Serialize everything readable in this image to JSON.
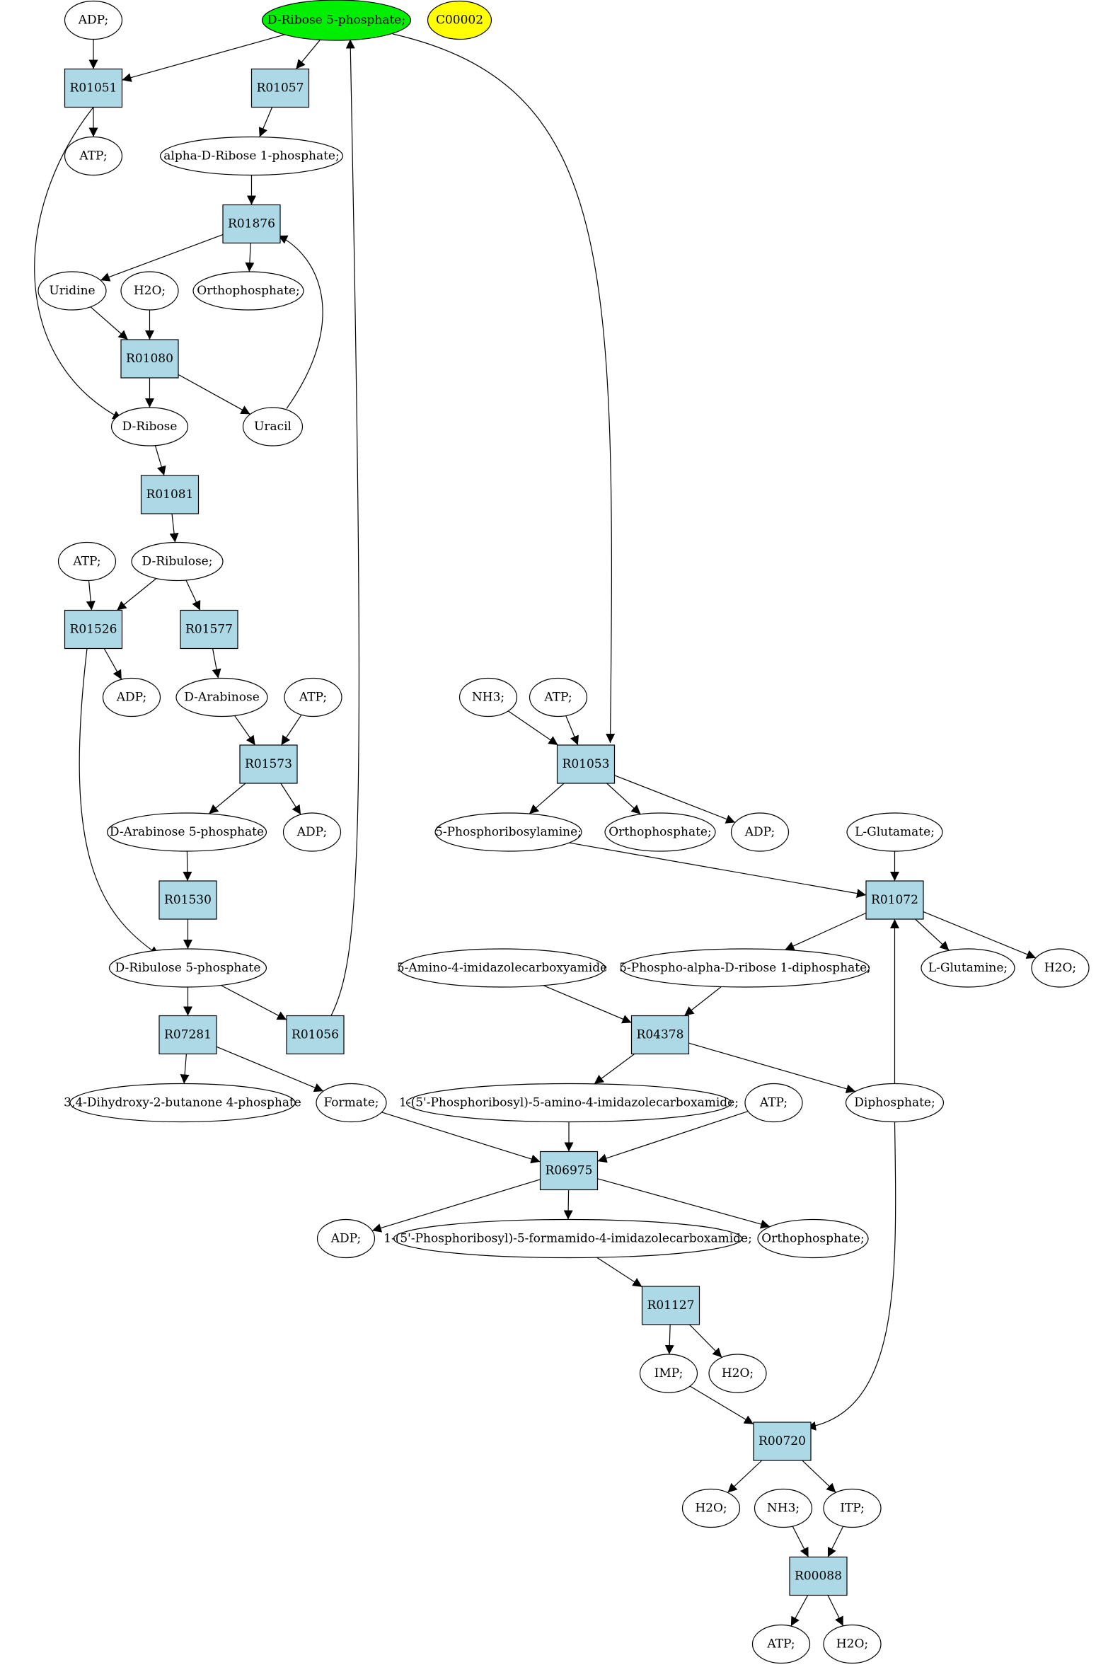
{
  "colors": {
    "reaction_fill": "#add8e6",
    "start_fill": "#00ee00",
    "highlight_fill": "#ffff00",
    "compound_fill": "#ffffff",
    "stroke": "#000000"
  },
  "nodes": [
    {
      "id": "ADP_1",
      "label": "ADP;",
      "kind": "compound"
    },
    {
      "id": "DR5P",
      "label": "D-Ribose 5-phosphate;",
      "kind": "start"
    },
    {
      "id": "C00002",
      "label": "C00002",
      "kind": "highlight"
    },
    {
      "id": "R01051",
      "label": "R01051",
      "kind": "reaction"
    },
    {
      "id": "R01057",
      "label": "R01057",
      "kind": "reaction"
    },
    {
      "id": "ATP_1",
      "label": "ATP;",
      "kind": "compound"
    },
    {
      "id": "aDR1P",
      "label": "alpha-D-Ribose 1-phosphate;",
      "kind": "compound"
    },
    {
      "id": "R01876",
      "label": "R01876",
      "kind": "reaction"
    },
    {
      "id": "Uridine",
      "label": "Uridine",
      "kind": "compound"
    },
    {
      "id": "H2O_1",
      "label": "H2O;",
      "kind": "compound"
    },
    {
      "id": "Ortho_1",
      "label": "Orthophosphate;",
      "kind": "compound"
    },
    {
      "id": "R01080",
      "label": "R01080",
      "kind": "reaction"
    },
    {
      "id": "DRibose",
      "label": "D-Ribose",
      "kind": "compound"
    },
    {
      "id": "Uracil",
      "label": "Uracil",
      "kind": "compound"
    },
    {
      "id": "R01081",
      "label": "R01081",
      "kind": "reaction"
    },
    {
      "id": "ATP_2",
      "label": "ATP;",
      "kind": "compound"
    },
    {
      "id": "DRibulose",
      "label": "D-Ribulose;",
      "kind": "compound"
    },
    {
      "id": "R01526",
      "label": "R01526",
      "kind": "reaction"
    },
    {
      "id": "R01577",
      "label": "R01577",
      "kind": "reaction"
    },
    {
      "id": "ADP_2",
      "label": "ADP;",
      "kind": "compound"
    },
    {
      "id": "DArab",
      "label": "D-Arabinose",
      "kind": "compound"
    },
    {
      "id": "ATP_3",
      "label": "ATP;",
      "kind": "compound"
    },
    {
      "id": "R01573",
      "label": "R01573",
      "kind": "reaction"
    },
    {
      "id": "DArab5P",
      "label": "D-Arabinose 5-phosphate",
      "kind": "compound"
    },
    {
      "id": "ADP_3",
      "label": "ADP;",
      "kind": "compound"
    },
    {
      "id": "R01530",
      "label": "R01530",
      "kind": "reaction"
    },
    {
      "id": "DRu5P",
      "label": "D-Ribulose 5-phosphate",
      "kind": "compound"
    },
    {
      "id": "R07281",
      "label": "R07281",
      "kind": "reaction"
    },
    {
      "id": "R01056",
      "label": "R01056",
      "kind": "reaction"
    },
    {
      "id": "DHB4P",
      "label": "3,4-Dihydroxy-2-butanone 4-phosphate",
      "kind": "compound"
    },
    {
      "id": "Formate",
      "label": "Formate;",
      "kind": "compound"
    },
    {
      "id": "NH3_1",
      "label": "NH3;",
      "kind": "compound"
    },
    {
      "id": "ATP_4",
      "label": "ATP;",
      "kind": "compound"
    },
    {
      "id": "R01053",
      "label": "R01053",
      "kind": "reaction"
    },
    {
      "id": "PRA",
      "label": "5-Phosphoribosylamine;",
      "kind": "compound"
    },
    {
      "id": "Ortho_2",
      "label": "Orthophosphate;",
      "kind": "compound"
    },
    {
      "id": "ADP_4",
      "label": "ADP;",
      "kind": "compound"
    },
    {
      "id": "LGlu",
      "label": "L-Glutamate;",
      "kind": "compound"
    },
    {
      "id": "R01072",
      "label": "R01072",
      "kind": "reaction"
    },
    {
      "id": "AICA",
      "label": "5-Amino-4-imidazolecarboxyamide",
      "kind": "compound"
    },
    {
      "id": "PRPP",
      "label": "5-Phospho-alpha-D-ribose 1-diphosphate;",
      "kind": "compound"
    },
    {
      "id": "LGln",
      "label": "L-Glutamine;",
      "kind": "compound"
    },
    {
      "id": "H2O_2",
      "label": "H2O;",
      "kind": "compound"
    },
    {
      "id": "R04378",
      "label": "R04378",
      "kind": "reaction"
    },
    {
      "id": "AICAR",
      "label": "1-(5'-Phosphoribosyl)-5-amino-4-imidazolecarboxamide;",
      "kind": "compound"
    },
    {
      "id": "ATP_5",
      "label": "ATP;",
      "kind": "compound"
    },
    {
      "id": "Diphos",
      "label": "Diphosphate;",
      "kind": "compound"
    },
    {
      "id": "R06975",
      "label": "R06975",
      "kind": "reaction"
    },
    {
      "id": "ADP_5",
      "label": "ADP;",
      "kind": "compound"
    },
    {
      "id": "FAICAR",
      "label": "1-(5'-Phosphoribosyl)-5-formamido-4-imidazolecarboxamide;",
      "kind": "compound"
    },
    {
      "id": "Ortho_3",
      "label": "Orthophosphate;",
      "kind": "compound"
    },
    {
      "id": "R01127",
      "label": "R01127",
      "kind": "reaction"
    },
    {
      "id": "IMP",
      "label": "IMP;",
      "kind": "compound"
    },
    {
      "id": "H2O_3",
      "label": "H2O;",
      "kind": "compound"
    },
    {
      "id": "R00720",
      "label": "R00720",
      "kind": "reaction"
    },
    {
      "id": "H2O_4",
      "label": "H2O;",
      "kind": "compound"
    },
    {
      "id": "NH3_2",
      "label": "NH3;",
      "kind": "compound"
    },
    {
      "id": "ITP",
      "label": "ITP;",
      "kind": "compound"
    },
    {
      "id": "R00088",
      "label": "R00088",
      "kind": "reaction"
    },
    {
      "id": "ATP_6",
      "label": "ATP;",
      "kind": "compound"
    },
    {
      "id": "H2O_5",
      "label": "H2O;",
      "kind": "compound"
    }
  ],
  "edges": [
    {
      "from": "ADP_1",
      "to": "R01051"
    },
    {
      "from": "DR5P",
      "to": "R01051"
    },
    {
      "from": "DR5P",
      "to": "R01057"
    },
    {
      "from": "DR5P",
      "to": "R01053"
    },
    {
      "from": "R01051",
      "to": "ATP_1"
    },
    {
      "from": "R01051",
      "to": "DRibose"
    },
    {
      "from": "R01057",
      "to": "aDR1P"
    },
    {
      "from": "aDR1P",
      "to": "R01876"
    },
    {
      "from": "R01876",
      "to": "Uridine"
    },
    {
      "from": "R01876",
      "to": "Ortho_1"
    },
    {
      "from": "Uridine",
      "to": "R01080"
    },
    {
      "from": "H2O_1",
      "to": "R01080"
    },
    {
      "from": "R01080",
      "to": "DRibose"
    },
    {
      "from": "R01080",
      "to": "Uracil"
    },
    {
      "from": "Uracil",
      "to": "R01876"
    },
    {
      "from": "DRibose",
      "to": "R01081"
    },
    {
      "from": "R01081",
      "to": "DRibulose"
    },
    {
      "from": "ATP_2",
      "to": "R01526"
    },
    {
      "from": "DRibulose",
      "to": "R01526"
    },
    {
      "from": "DRibulose",
      "to": "R01577"
    },
    {
      "from": "R01526",
      "to": "ADP_2"
    },
    {
      "from": "R01526",
      "to": "DRu5P"
    },
    {
      "from": "R01577",
      "to": "DArab"
    },
    {
      "from": "DArab",
      "to": "R01573"
    },
    {
      "from": "ATP_3",
      "to": "R01573"
    },
    {
      "from": "R01573",
      "to": "DArab5P"
    },
    {
      "from": "R01573",
      "to": "ADP_3"
    },
    {
      "from": "DArab5P",
      "to": "R01530"
    },
    {
      "from": "R01530",
      "to": "DRu5P"
    },
    {
      "from": "DRu5P",
      "to": "R07281"
    },
    {
      "from": "DRu5P",
      "to": "R01056"
    },
    {
      "from": "R01056",
      "to": "DR5P"
    },
    {
      "from": "R07281",
      "to": "DHB4P"
    },
    {
      "from": "R07281",
      "to": "Formate"
    },
    {
      "from": "NH3_1",
      "to": "R01053"
    },
    {
      "from": "ATP_4",
      "to": "R01053"
    },
    {
      "from": "R01053",
      "to": "PRA"
    },
    {
      "from": "R01053",
      "to": "Ortho_2"
    },
    {
      "from": "R01053",
      "to": "ADP_4"
    },
    {
      "from": "PRA",
      "to": "R01072"
    },
    {
      "from": "LGlu",
      "to": "R01072"
    },
    {
      "from": "R01072",
      "to": "PRPP"
    },
    {
      "from": "R01072",
      "to": "LGln"
    },
    {
      "from": "R01072",
      "to": "H2O_2"
    },
    {
      "from": "AICA",
      "to": "R04378"
    },
    {
      "from": "PRPP",
      "to": "R04378"
    },
    {
      "from": "R04378",
      "to": "AICAR"
    },
    {
      "from": "R04378",
      "to": "Diphos"
    },
    {
      "from": "Diphos",
      "to": "R01072"
    },
    {
      "from": "Diphos",
      "to": "R00720"
    },
    {
      "from": "Formate",
      "to": "R06975"
    },
    {
      "from": "AICAR",
      "to": "R06975"
    },
    {
      "from": "ATP_5",
      "to": "R06975"
    },
    {
      "from": "R06975",
      "to": "ADP_5"
    },
    {
      "from": "R06975",
      "to": "FAICAR"
    },
    {
      "from": "R06975",
      "to": "Ortho_3"
    },
    {
      "from": "FAICAR",
      "to": "R01127"
    },
    {
      "from": "R01127",
      "to": "IMP"
    },
    {
      "from": "R01127",
      "to": "H2O_3"
    },
    {
      "from": "IMP",
      "to": "R00720"
    },
    {
      "from": "R00720",
      "to": "H2O_4"
    },
    {
      "from": "R00720",
      "to": "ITP"
    },
    {
      "from": "NH3_2",
      "to": "R00088"
    },
    {
      "from": "ITP",
      "to": "R00088"
    },
    {
      "from": "R00088",
      "to": "ATP_6"
    },
    {
      "from": "R00088",
      "to": "H2O_5"
    }
  ]
}
